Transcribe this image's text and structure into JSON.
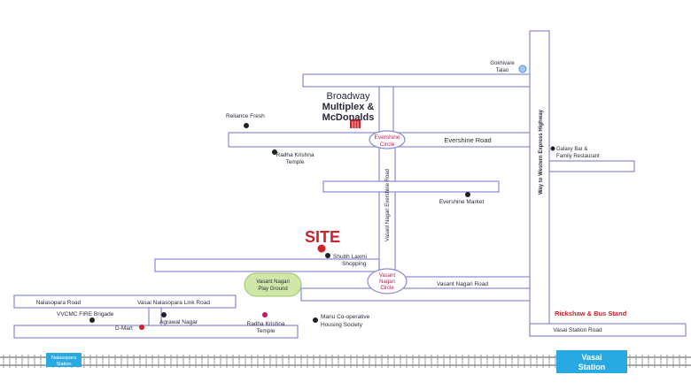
{
  "colors": {
    "road_stroke": "#8a8ad6",
    "road_fill": "#ffffff",
    "text": "#2a2a3a",
    "accent_red": "#d0202a",
    "circle_pink": "#c2185b",
    "park_fill": "#cfe8a8",
    "rail": "#8c8c8c",
    "station_fill": "#29a9e1"
  },
  "site": {
    "label": "SITE"
  },
  "landmarks": {
    "broadway_line1": "Broadway",
    "broadway_line2": "Multiplex &",
    "broadway_line3": "McDonalds",
    "reliance_fresh": "Reliance Fresh",
    "radha_krishna_temple_top_1": "Radha Krishna",
    "radha_krishna_temple_top_2": "Temple",
    "evershine_market": "Evershine Market",
    "shubh_laxmi_1": "Shubh Laxmi",
    "shubh_laxmi_2": "Shopping",
    "play_ground_1": "Vasant Nagari",
    "play_ground_2": "Play Ground",
    "galaxy_bar_1": "Galaxy Bar &",
    "galaxy_bar_2": "Family Restaurant",
    "gokhivare_1": "Gokhivare",
    "gokhivare_2": "Talao",
    "vvcmc_fire": "VVCMC FIRE Brigade",
    "dmart": "D-Mart",
    "agrawal_nagar": "Agrawal Nagar",
    "radha_krishna_temple_bottom_1": "Radha Krishna",
    "radha_krishna_temple_bottom_2": "Temple",
    "manu_society_1": "Manu Co-operative",
    "manu_society_2": "Housing Society",
    "rickshaw_stand": "Rickshaw & Bus Stand"
  },
  "roads": {
    "evershine_road": "Evershine Road",
    "vasant_nagari_evershine_road": "Vasant Nagari Evershine Road",
    "vasant_nagari_road": "Vasant Nagari Road",
    "nalasopara_road": "Nalasopara Road",
    "vasai_nalasopara_link_road": "Vasai Nalasopara Link Road",
    "western_express_highway": "Way to Western Express Highway",
    "vasai_station_road": "Vasai Station Road"
  },
  "circles": {
    "evershine_1": "Evershine",
    "evershine_2": "Circle",
    "vasant_nagari_1": "Vasant",
    "vasant_nagari_2": "Nagari",
    "vasant_nagari_3": "Circle"
  },
  "stations": {
    "nalasopara_1": "Nalasopara",
    "nalasopara_2": "Station",
    "vasai_1": "Vasai",
    "vasai_2": "Station"
  }
}
